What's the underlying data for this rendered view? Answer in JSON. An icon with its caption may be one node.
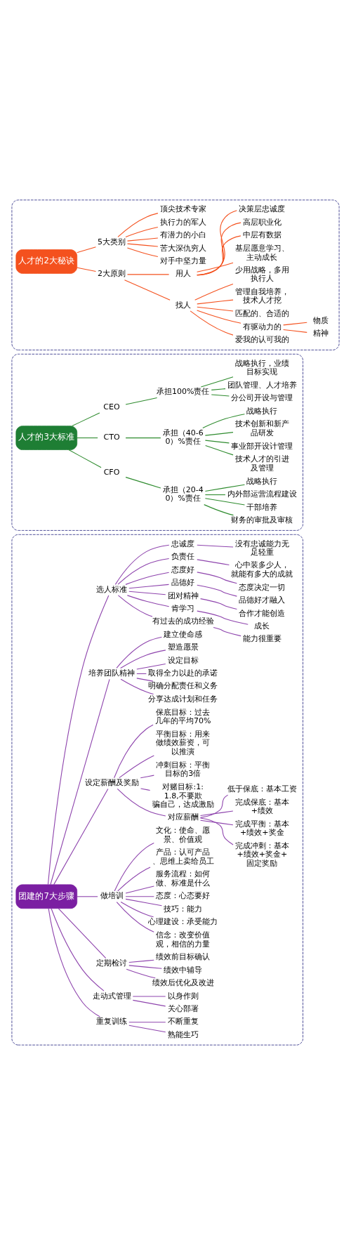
{
  "diagram": {
    "nodes": [
      {
        "text": [],
        "shape": "box"
      },
      {
        "text": [
          "人才的2大秘诀"
        ],
        "in": 0
      },
      {
        "text": [
          "5大类别"
        ],
        "in": 0
      },
      {
        "text": [
          "顶尖技术专家"
        ],
        "in": 0
      },
      {
        "text": [
          "执行力的军人"
        ],
        "in": 0
      },
      {
        "text": [
          "有潜力的小白"
        ],
        "in": 0
      },
      {
        "text": [
          "苦大深仇穷人"
        ],
        "in": 0
      },
      {
        "text": [
          "对手中坚力量"
        ],
        "in": 0
      },
      {
        "text": [
          "2大原则"
        ],
        "in": 0
      },
      {
        "text": [
          "用人"
        ],
        "in": 0
      },
      {
        "text": [
          "决策层忠诚度"
        ],
        "in": 0
      },
      {
        "text": [
          "高层职业化"
        ],
        "in": 0
      },
      {
        "text": [
          "中层有数据"
        ],
        "in": 0
      },
      {
        "text": [
          "基层愿意学习、主动成长"
        ],
        "in": 0
      },
      {
        "text": [
          "找人"
        ],
        "in": 0
      },
      {
        "text": [
          "少用战略，多用执行人"
        ],
        "in": 0
      },
      {
        "text": [
          "管理自我培养，技术人才挖"
        ],
        "in": 0
      },
      {
        "text": [
          "匹配的、合适的"
        ],
        "in": 0
      },
      {
        "text": [
          "有驱动力的"
        ],
        "in": 0
      },
      {
        "text": [
          "物质"
        ],
        "in": 0
      },
      {
        "text": [
          "精神"
        ],
        "in": 0
      },
      {
        "text": [
          "爱我的认可我的"
        ],
        "in": 0
      },
      {
        "text": [],
        "shape": "box"
      },
      {
        "text": [
          "人才的3大标准"
        ],
        "in": 22
      },
      {
        "text": [
          "CEO"
        ],
        "in": 22
      },
      {
        "text": [
          "承担100%责任"
        ],
        "in": 22
      },
      {
        "text": [
          "战略执行，业绩目标实现"
        ],
        "in": 22
      },
      {
        "text": [
          "团队管理、人才培养"
        ],
        "in": 22
      },
      {
        "text": [
          "分公司开设与管理"
        ],
        "in": 22
      },
      {
        "text": [
          "CTO"
        ],
        "in": 22
      },
      {
        "text": [
          "承担（40-60）%责任"
        ],
        "in": 22
      },
      {
        "text": [
          "战略执行"
        ],
        "in": 22
      },
      {
        "text": [
          "技术创新和新产品研发"
        ],
        "in": 22
      },
      {
        "text": [
          "事业部开设计管理"
        ],
        "in": 22
      },
      {
        "text": [
          "技术人才的引进及管理"
        ],
        "in": 22
      },
      {
        "text": [
          "CFO"
        ],
        "in": 22
      },
      {
        "text": [
          "承担（20-40）%责任"
        ],
        "in": 22
      },
      {
        "text": [
          "战略执行"
        ],
        "in": 22
      },
      {
        "text": [
          "内外部运营流程建设"
        ],
        "in": 22
      },
      {
        "text": [
          "干部培养"
        ],
        "in": 22
      },
      {
        "text": [
          "财务的审批及审核"
        ],
        "in": 22
      },
      {
        "text": [],
        "shape": "box"
      },
      {
        "text": [
          "团建的7大步骤"
        ],
        "in": 41
      },
      {
        "text": [
          "选人标准"
        ],
        "in": 41
      },
      {
        "text": [
          "忠诚度"
        ],
        "in": 41
      },
      {
        "text": [
          "没有忠诚能力无足轻重"
        ],
        "in": 41
      },
      {
        "text": [
          "负责任"
        ],
        "in": 41
      },
      {
        "text": [
          "心中装多少人，就能有多大的成就"
        ],
        "in": 41
      },
      {
        "text": [
          "态度好"
        ],
        "in": 41
      },
      {
        "text": [
          "态度决定一切"
        ],
        "in": 41
      },
      {
        "text": [
          "品德好"
        ],
        "in": 41
      },
      {
        "text": [
          "品德好才融入"
        ],
        "in": 41
      },
      {
        "text": [
          "团对精神"
        ],
        "in": 41
      },
      {
        "text": [
          "合作才能创造"
        ],
        "in": 41
      },
      {
        "text": [
          "肯学习"
        ],
        "in": 41
      },
      {
        "text": [
          "成长"
        ],
        "in": 41
      },
      {
        "text": [
          "有过去的成功经验"
        ],
        "in": 41
      },
      {
        "text": [
          "能力很重要"
        ],
        "in": 41
      },
      {
        "text": [
          "培养团队精神"
        ],
        "in": 41
      },
      {
        "text": [
          "建立使命感"
        ],
        "in": 41
      },
      {
        "text": [
          "塑造愿景"
        ],
        "in": 41
      },
      {
        "text": [
          "设定目标"
        ],
        "in": 41
      },
      {
        "text": [
          "取得全力以赴的承诺"
        ],
        "in": 41
      },
      {
        "text": [
          "明确分配责任和义务"
        ],
        "in": 41
      },
      {
        "text": [
          "分享达成计划和任务"
        ],
        "in": 41
      },
      {
        "text": [
          "设定薪酬及奖励"
        ],
        "in": 41
      },
      {
        "text": [
          "保底目标：过去几年的平均70%"
        ],
        "in": 41
      },
      {
        "text": [
          "平衡目标：用来做绩效薪资，可以推演"
        ],
        "in": 41
      },
      {
        "text": [
          "冲刺目标：平衡目标的3倍"
        ],
        "in": 41
      },
      {
        "text": [
          "对赌目标:1:1.8,不要欺骗自己，达成激励"
        ],
        "in": 41
      },
      {
        "text": [
          "对应薪酬"
        ],
        "in": 41
      },
      {
        "text": [
          "低于保底：基本工资"
        ],
        "in": 41
      },
      {
        "text": [
          "完成保底：基本+绩效"
        ],
        "in": 41
      },
      {
        "text": [
          "完成平衡：基本+绩效+奖金"
        ],
        "in": 41
      },
      {
        "text": [
          "完成冲刺：基本+绩效+奖金+固定奖励"
        ],
        "in": 41
      },
      {
        "text": [
          "做培训"
        ],
        "in": 41
      },
      {
        "text": [
          "文化：使命、愿景、价值观"
        ],
        "in": 41
      },
      {
        "text": [
          "产品：认可产品、思维上卖给员工"
        ],
        "in": 41
      },
      {
        "text": [
          "服务流程：如何做、标准是什么"
        ],
        "in": 41
      },
      {
        "text": [
          "态度：心态要好"
        ],
        "in": 41
      },
      {
        "text": [
          "技巧：能力"
        ],
        "in": 41
      },
      {
        "text": [
          "心理建设：承受能力"
        ],
        "in": 41
      },
      {
        "text": [
          "信念：改变价值观，相信的力量"
        ],
        "in": 41
      },
      {
        "text": [
          "定期检讨"
        ],
        "in": 41
      },
      {
        "text": [
          "绩效前目标确认"
        ],
        "in": 41
      },
      {
        "text": [
          "绩效中辅导"
        ],
        "in": 41
      },
      {
        "text": [
          "绩效后优化及改进"
        ],
        "in": 41
      },
      {
        "text": [
          "走动式管理"
        ],
        "in": 41
      },
      {
        "text": [
          "以身作则"
        ],
        "in": 41
      },
      {
        "text": [
          "关心部署"
        ],
        "in": 41
      },
      {
        "text": [
          "重复训练"
        ],
        "in": 41
      },
      {
        "text": [
          "不断重复"
        ],
        "in": 41
      },
      {
        "text": [
          "熟能生巧"
        ],
        "in": 41
      }
    ],
    "edges": [
      {
        "from": 1,
        "to": 2,
        "arrow": "none",
        "color": "#f4511e"
      },
      {
        "from": 2,
        "to": 3,
        "arrow": "none",
        "color": "#f4511e"
      },
      {
        "from": 2,
        "to": 4,
        "arrow": "none",
        "color": "#f4511e"
      },
      {
        "from": 2,
        "to": 5,
        "arrow": "none",
        "color": "#f4511e"
      },
      {
        "from": 2,
        "to": 6,
        "arrow": "none",
        "color": "#f4511e"
      },
      {
        "from": 2,
        "to": 7,
        "arrow": "none",
        "color": "#f4511e"
      },
      {
        "from": 1,
        "to": 8,
        "arrow": "none",
        "color": "#f4511e"
      },
      {
        "from": 8,
        "to": 9,
        "arrow": "none",
        "color": "#f4511e"
      },
      {
        "from": 9,
        "to": 10,
        "arrow": "none",
        "color": "#f4511e"
      },
      {
        "from": 9,
        "to": 11,
        "arrow": "none",
        "color": "#f4511e"
      },
      {
        "from": 9,
        "to": 12,
        "arrow": "none",
        "color": "#f4511e"
      },
      {
        "from": 9,
        "to": 13,
        "arrow": "none",
        "color": "#f4511e"
      },
      {
        "from": 8,
        "to": 14,
        "arrow": "none",
        "color": "#f4511e"
      },
      {
        "from": 14,
        "to": 15,
        "arrow": "none",
        "color": "#f4511e"
      },
      {
        "from": 14,
        "to": 16,
        "arrow": "none",
        "color": "#f4511e"
      },
      {
        "from": 14,
        "to": 17,
        "arrow": "none",
        "color": "#f4511e"
      },
      {
        "from": 14,
        "to": 18,
        "arrow": "none",
        "color": "#f4511e"
      },
      {
        "from": 18,
        "to": 19,
        "arrow": "none",
        "color": "#f4511e"
      },
      {
        "from": 18,
        "to": 20,
        "arrow": "none",
        "color": "#f4511e"
      },
      {
        "from": 14,
        "to": 21,
        "arrow": "none",
        "color": "#f4511e"
      },
      {
        "from": 23,
        "to": 24,
        "arrow": "none",
        "color": "#2e8b2e"
      },
      {
        "from": 24,
        "to": 25,
        "arrow": "none",
        "color": "#2e8b2e"
      },
      {
        "from": 25,
        "to": 26,
        "arrow": "none",
        "color": "#2e8b2e"
      },
      {
        "from": 25,
        "to": 27,
        "arrow": "none",
        "color": "#2e8b2e"
      },
      {
        "from": 25,
        "to": 28,
        "arrow": "none",
        "color": "#2e8b2e"
      },
      {
        "from": 23,
        "to": 29,
        "arrow": "none",
        "color": "#2e8b2e"
      },
      {
        "from": 29,
        "to": 30,
        "arrow": "none",
        "color": "#2e8b2e"
      },
      {
        "from": 30,
        "to": 31,
        "arrow": "none",
        "color": "#2e8b2e"
      },
      {
        "from": 30,
        "to": 32,
        "arrow": "none",
        "color": "#2e8b2e"
      },
      {
        "from": 30,
        "to": 33,
        "arrow": "none",
        "color": "#2e8b2e"
      },
      {
        "from": 30,
        "to": 34,
        "arrow": "none",
        "color": "#2e8b2e"
      },
      {
        "from": 23,
        "to": 35,
        "arrow": "none",
        "color": "#2e8b2e"
      },
      {
        "from": 35,
        "to": 36,
        "arrow": "none",
        "color": "#2e8b2e"
      },
      {
        "from": 36,
        "to": 37,
        "arrow": "none",
        "color": "#2e8b2e"
      },
      {
        "from": 36,
        "to": 38,
        "arrow": "none",
        "color": "#2e8b2e"
      },
      {
        "from": 36,
        "to": 39,
        "arrow": "none",
        "color": "#2e8b2e"
      },
      {
        "from": 36,
        "to": 40,
        "arrow": "none",
        "color": "#2e8b2e"
      },
      {
        "from": 42,
        "to": 43,
        "arrow": "none"
      },
      {
        "from": 43,
        "to": 44,
        "arrow": "none"
      },
      {
        "from": 44,
        "to": 45,
        "arrow": "none"
      },
      {
        "from": 43,
        "to": 46,
        "arrow": "none"
      },
      {
        "from": 46,
        "to": 47,
        "arrow": "none"
      },
      {
        "from": 43,
        "to": 48,
        "arrow": "none"
      },
      {
        "from": 48,
        "to": 49,
        "arrow": "none"
      },
      {
        "from": 43,
        "to": 50,
        "arrow": "none"
      },
      {
        "from": 50,
        "to": 51,
        "arrow": "none"
      },
      {
        "from": 43,
        "to": 52,
        "arrow": "none"
      },
      {
        "from": 52,
        "to": 53,
        "arrow": "none"
      },
      {
        "from": 43,
        "to": 54,
        "arrow": "none"
      },
      {
        "from": 54,
        "to": 55,
        "arrow": "none"
      },
      {
        "from": 43,
        "to": 56,
        "arrow": "none"
      },
      {
        "from": 56,
        "to": 57,
        "arrow": "none"
      },
      {
        "from": 42,
        "to": 58,
        "arrow": "none"
      },
      {
        "from": 58,
        "to": 59,
        "arrow": "none"
      },
      {
        "from": 58,
        "to": 60,
        "arrow": "none"
      },
      {
        "from": 58,
        "to": 61,
        "arrow": "none"
      },
      {
        "from": 58,
        "to": 62,
        "arrow": "none"
      },
      {
        "from": 58,
        "to": 63,
        "arrow": "none"
      },
      {
        "from": 58,
        "to": 64,
        "arrow": "none"
      },
      {
        "from": 42,
        "to": 65,
        "arrow": "none"
      },
      {
        "from": 65,
        "to": 66,
        "arrow": "none"
      },
      {
        "from": 65,
        "to": 67,
        "arrow": "none"
      },
      {
        "from": 65,
        "to": 68,
        "arrow": "none"
      },
      {
        "from": 65,
        "to": 69,
        "arrow": "none"
      },
      {
        "from": 65,
        "to": 70,
        "arrow": "none"
      },
      {
        "from": 70,
        "to": 71,
        "arrow": "none"
      },
      {
        "from": 70,
        "to": 72,
        "arrow": "none"
      },
      {
        "from": 70,
        "to": 73,
        "arrow": "none"
      },
      {
        "from": 70,
        "to": 74,
        "arrow": "none"
      },
      {
        "from": 42,
        "to": 75,
        "arrow": "none"
      },
      {
        "from": 75,
        "to": 76,
        "arrow": "none"
      },
      {
        "from": 75,
        "to": 77,
        "arrow": "none"
      },
      {
        "from": 75,
        "to": 78,
        "arrow": "none"
      },
      {
        "from": 75,
        "to": 79,
        "arrow": "none"
      },
      {
        "from": 75,
        "to": 80,
        "arrow": "none"
      },
      {
        "from": 75,
        "to": 81,
        "arrow": "none"
      },
      {
        "from": 75,
        "to": 82,
        "arrow": "none"
      },
      {
        "from": 42,
        "to": 83,
        "arrow": "none"
      },
      {
        "from": 83,
        "to": 84,
        "arrow": "none"
      },
      {
        "from": 83,
        "to": 85,
        "arrow": "none"
      },
      {
        "from": 83,
        "to": 86,
        "arrow": "none"
      },
      {
        "from": 42,
        "to": 87,
        "arrow": "none"
      },
      {
        "from": 87,
        "to": 88,
        "arrow": "none"
      },
      {
        "from": 87,
        "to": 89,
        "arrow": "none"
      },
      {
        "from": 42,
        "to": 90,
        "arrow": "none"
      },
      {
        "from": 90,
        "to": 91,
        "arrow": "none"
      },
      {
        "from": 90,
        "to": 92,
        "arrow": "none"
      }
    ]
  }
}
